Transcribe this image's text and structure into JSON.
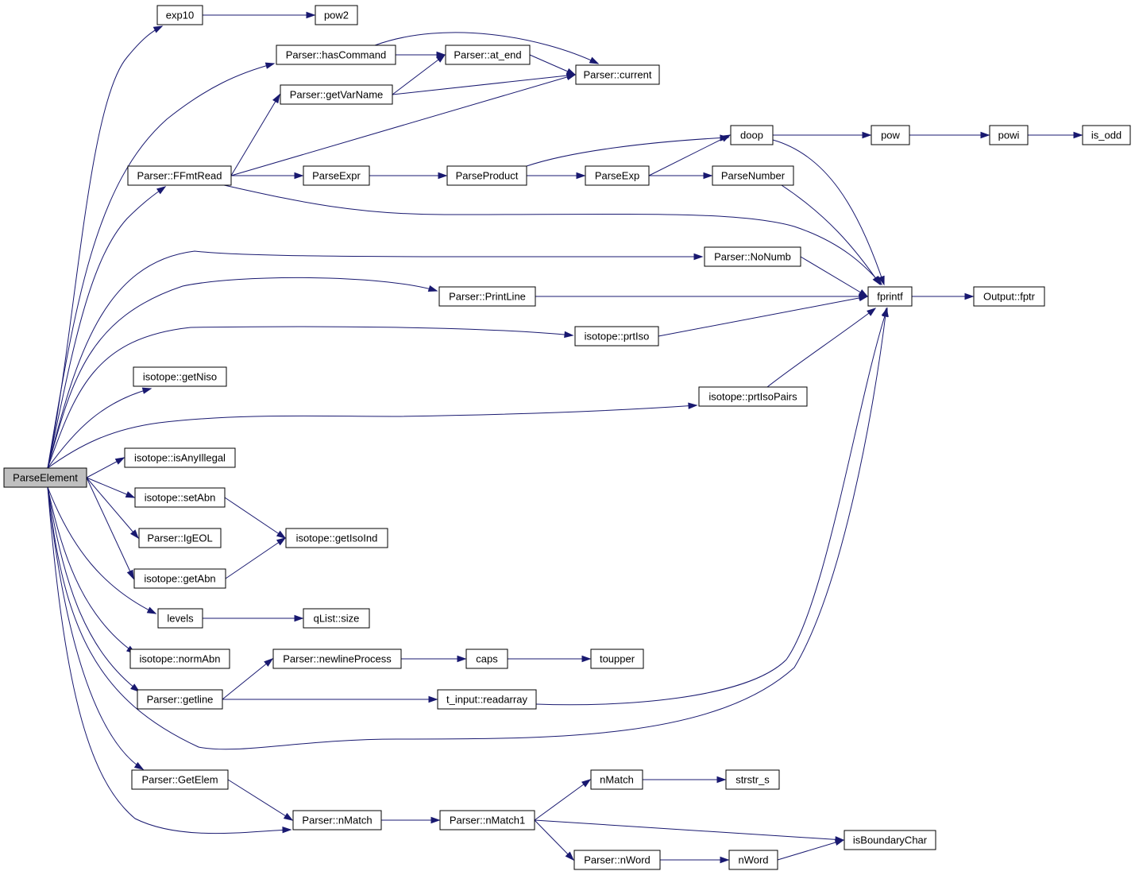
{
  "graph": {
    "root": "ParseElement",
    "nodes": [
      {
        "id": "ParseElement",
        "label": "ParseElement",
        "root": true
      },
      {
        "id": "exp10",
        "label": "exp10"
      },
      {
        "id": "pow2",
        "label": "pow2"
      },
      {
        "id": "hasCommand",
        "label": "Parser::hasCommand"
      },
      {
        "id": "at_end",
        "label": "Parser::at_end"
      },
      {
        "id": "current",
        "label": "Parser::current"
      },
      {
        "id": "getVarName",
        "label": "Parser::getVarName"
      },
      {
        "id": "FFmtRead",
        "label": "Parser::FFmtRead"
      },
      {
        "id": "ParseExpr",
        "label": "ParseExpr"
      },
      {
        "id": "ParseProduct",
        "label": "ParseProduct"
      },
      {
        "id": "ParseExp",
        "label": "ParseExp"
      },
      {
        "id": "ParseNumber",
        "label": "ParseNumber"
      },
      {
        "id": "doop",
        "label": "doop"
      },
      {
        "id": "pow",
        "label": "pow"
      },
      {
        "id": "powi",
        "label": "powi"
      },
      {
        "id": "is_odd",
        "label": "is_odd"
      },
      {
        "id": "NoNumb",
        "label": "Parser::NoNumb"
      },
      {
        "id": "PrintLine",
        "label": "Parser::PrintLine"
      },
      {
        "id": "fprintf",
        "label": "fprintf"
      },
      {
        "id": "fptr",
        "label": "Output::fptr"
      },
      {
        "id": "prtIso",
        "label": "isotope::prtIso"
      },
      {
        "id": "getNiso",
        "label": "isotope::getNiso"
      },
      {
        "id": "prtIsoPairs",
        "label": "isotope::prtIsoPairs"
      },
      {
        "id": "isAnyIllegal",
        "label": "isotope::isAnyIllegal"
      },
      {
        "id": "setAbn",
        "label": "isotope::setAbn"
      },
      {
        "id": "IgEOL",
        "label": "Parser::IgEOL"
      },
      {
        "id": "getIsoInd",
        "label": "isotope::getIsoInd"
      },
      {
        "id": "getAbn",
        "label": "isotope::getAbn"
      },
      {
        "id": "levels",
        "label": "levels"
      },
      {
        "id": "qsize",
        "label": "qList::size"
      },
      {
        "id": "normAbn",
        "label": "isotope::normAbn"
      },
      {
        "id": "newlineProcess",
        "label": "Parser::newlineProcess"
      },
      {
        "id": "caps",
        "label": "caps"
      },
      {
        "id": "toupper",
        "label": "toupper"
      },
      {
        "id": "getline",
        "label": "Parser::getline"
      },
      {
        "id": "readarray",
        "label": "t_input::readarray"
      },
      {
        "id": "GetElem",
        "label": "Parser::GetElem"
      },
      {
        "id": "nMatchFn",
        "label": "nMatch"
      },
      {
        "id": "strstr_s",
        "label": "strstr_s"
      },
      {
        "id": "PnMatch",
        "label": "Parser::nMatch"
      },
      {
        "id": "nMatch1",
        "label": "Parser::nMatch1"
      },
      {
        "id": "isBoundaryChar",
        "label": "isBoundaryChar"
      },
      {
        "id": "PnWord",
        "label": "Parser::nWord"
      },
      {
        "id": "nWord",
        "label": "nWord"
      }
    ],
    "edges": [
      [
        "ParseElement",
        "exp10"
      ],
      [
        "exp10",
        "pow2"
      ],
      [
        "ParseElement",
        "hasCommand"
      ],
      [
        "hasCommand",
        "at_end"
      ],
      [
        "hasCommand",
        "current"
      ],
      [
        "at_end",
        "current"
      ],
      [
        "ParseElement",
        "FFmtRead"
      ],
      [
        "FFmtRead",
        "getVarName"
      ],
      [
        "FFmtRead",
        "current"
      ],
      [
        "getVarName",
        "at_end"
      ],
      [
        "getVarName",
        "current"
      ],
      [
        "FFmtRead",
        "ParseExpr"
      ],
      [
        "ParseExpr",
        "ParseProduct"
      ],
      [
        "ParseProduct",
        "ParseExp"
      ],
      [
        "ParseProduct",
        "doop"
      ],
      [
        "ParseExp",
        "ParseNumber"
      ],
      [
        "ParseExp",
        "doop"
      ],
      [
        "doop",
        "pow"
      ],
      [
        "pow",
        "powi"
      ],
      [
        "powi",
        "is_odd"
      ],
      [
        "doop",
        "fprintf"
      ],
      [
        "ParseNumber",
        "fprintf"
      ],
      [
        "FFmtRead",
        "fprintf"
      ],
      [
        "ParseElement",
        "NoNumb"
      ],
      [
        "NoNumb",
        "fprintf"
      ],
      [
        "ParseElement",
        "PrintLine"
      ],
      [
        "PrintLine",
        "fprintf"
      ],
      [
        "fprintf",
        "fptr"
      ],
      [
        "ParseElement",
        "prtIso"
      ],
      [
        "prtIso",
        "fprintf"
      ],
      [
        "ParseElement",
        "getNiso"
      ],
      [
        "ParseElement",
        "prtIsoPairs"
      ],
      [
        "prtIsoPairs",
        "fprintf"
      ],
      [
        "ParseElement",
        "isAnyIllegal"
      ],
      [
        "ParseElement",
        "setAbn"
      ],
      [
        "setAbn",
        "getIsoInd"
      ],
      [
        "ParseElement",
        "IgEOL"
      ],
      [
        "ParseElement",
        "getAbn"
      ],
      [
        "getAbn",
        "getIsoInd"
      ],
      [
        "ParseElement",
        "levels"
      ],
      [
        "levels",
        "qsize"
      ],
      [
        "ParseElement",
        "normAbn"
      ],
      [
        "ParseElement",
        "getline"
      ],
      [
        "getline",
        "newlineProcess"
      ],
      [
        "newlineProcess",
        "caps"
      ],
      [
        "caps",
        "toupper"
      ],
      [
        "getline",
        "readarray"
      ],
      [
        "readarray",
        "fprintf"
      ],
      [
        "ParseElement",
        "fprintf"
      ],
      [
        "ParseElement",
        "GetElem"
      ],
      [
        "GetElem",
        "PnMatch"
      ],
      [
        "ParseElement",
        "PnMatch"
      ],
      [
        "PnMatch",
        "nMatch1"
      ],
      [
        "nMatch1",
        "nMatchFn"
      ],
      [
        "nMatchFn",
        "strstr_s"
      ],
      [
        "nMatch1",
        "isBoundaryChar"
      ],
      [
        "nMatch1",
        "PnWord"
      ],
      [
        "PnWord",
        "nWord"
      ],
      [
        "nWord",
        "isBoundaryChar"
      ]
    ]
  }
}
